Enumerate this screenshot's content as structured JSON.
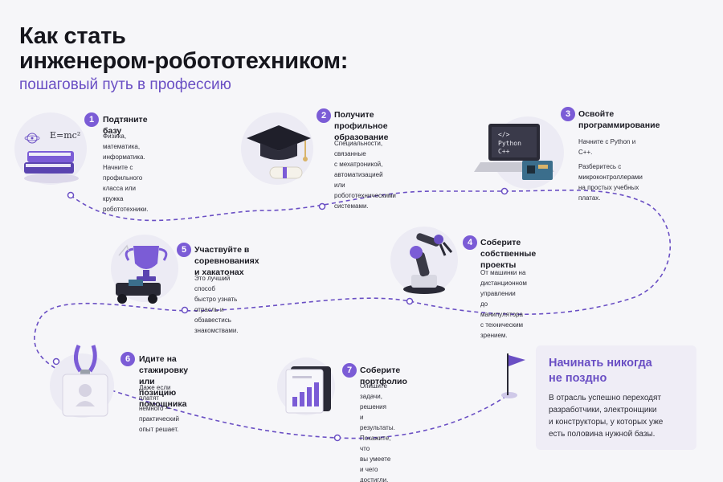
{
  "header": {
    "title_lines": [
      "Как стать",
      "инженером-робототехником:"
    ],
    "subtitle": "пошаговый путь в профессию"
  },
  "steps": [
    {
      "number": "1",
      "title_lines": [
        "Подтяните базу"
      ],
      "desc_lines": [
        "Физика, математика,",
        "информатика.",
        "Начните с профильного",
        "класса или кружка",
        "робототехники."
      ],
      "icon": "books-icon",
      "formula": "E=mc²"
    },
    {
      "number": "2",
      "title_lines": [
        "Получите",
        "профильное образование"
      ],
      "desc_lines": [
        "Специальности, связанные",
        "с мехатроникой, автоматизацией",
        "или робототехническими",
        "системами."
      ],
      "icon": "graduation-cap-icon"
    },
    {
      "number": "3",
      "title_lines": [
        "Освойте",
        "программирование"
      ],
      "desc_lines": [
        "Начните с Python и C++.",
        "Разберитесь с микроконтроллерами",
        "на простых учебных платах."
      ],
      "icon": "laptop-code-icon",
      "code_lines": [
        "</>",
        "Python",
        "C++"
      ]
    },
    {
      "number": "4",
      "title_lines": [
        "Соберите",
        "собственные проекты"
      ],
      "desc_lines": [
        "От машинки на дистанционном управлении",
        "до манипулятора с техническим зрением."
      ],
      "icon": "robot-arm-icon"
    },
    {
      "number": "5",
      "title_lines": [
        "Участвуйте в соревнованиях",
        "и хакатонах"
      ],
      "desc_lines": [
        "Это лучший способ быстро узнать",
        "отрасль и обзавестись знакомствами."
      ],
      "icon": "trophy-icon"
    },
    {
      "number": "6",
      "title_lines": [
        "Идите на стажировку",
        "или позицию помощника"
      ],
      "desc_lines": [
        "Даже если платят немного —",
        "практический опыт решает."
      ],
      "icon": "badge-icon"
    },
    {
      "number": "7",
      "title_lines": [
        "Соберите портфолио"
      ],
      "desc_lines": [
        "Опишите задачи, решения",
        "и результаты. Покажите, что",
        "вы умеете и чего достигли."
      ],
      "icon": "portfolio-chart-icon"
    }
  ],
  "final": {
    "title_lines": [
      "Начинать никогда",
      "не поздно"
    ],
    "text_lines": [
      "В отрасль успешно переходят",
      "разработчики, электронщики",
      "и конструкторы, у которых уже",
      "есть половина нужной базы."
    ],
    "icon": "flag-icon"
  },
  "colors": {
    "accent": "#7b5cd6",
    "accent_dark": "#6a4fc4",
    "background": "#f6f6f9",
    "card": "#efedf6"
  }
}
